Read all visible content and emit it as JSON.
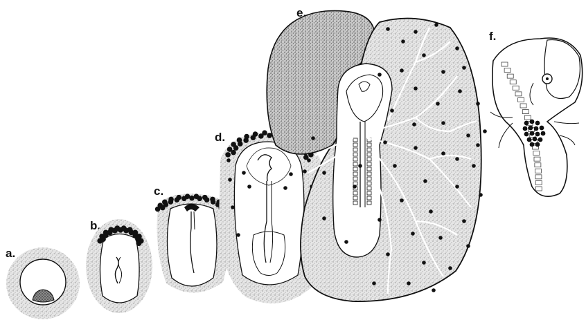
{
  "figure": {
    "panels": [
      {
        "id": "a",
        "label": "a."
      },
      {
        "id": "b",
        "label": "b."
      },
      {
        "id": "c",
        "label": "c."
      },
      {
        "id": "d",
        "label": "d."
      },
      {
        "id": "e",
        "label": "e."
      },
      {
        "id": "f",
        "label": "f."
      }
    ]
  },
  "colors": {
    "ink": "#111111",
    "stipple_light": "#dcdcdc",
    "stipple_dark": "#a9a9a9",
    "paper": "#ffffff"
  }
}
